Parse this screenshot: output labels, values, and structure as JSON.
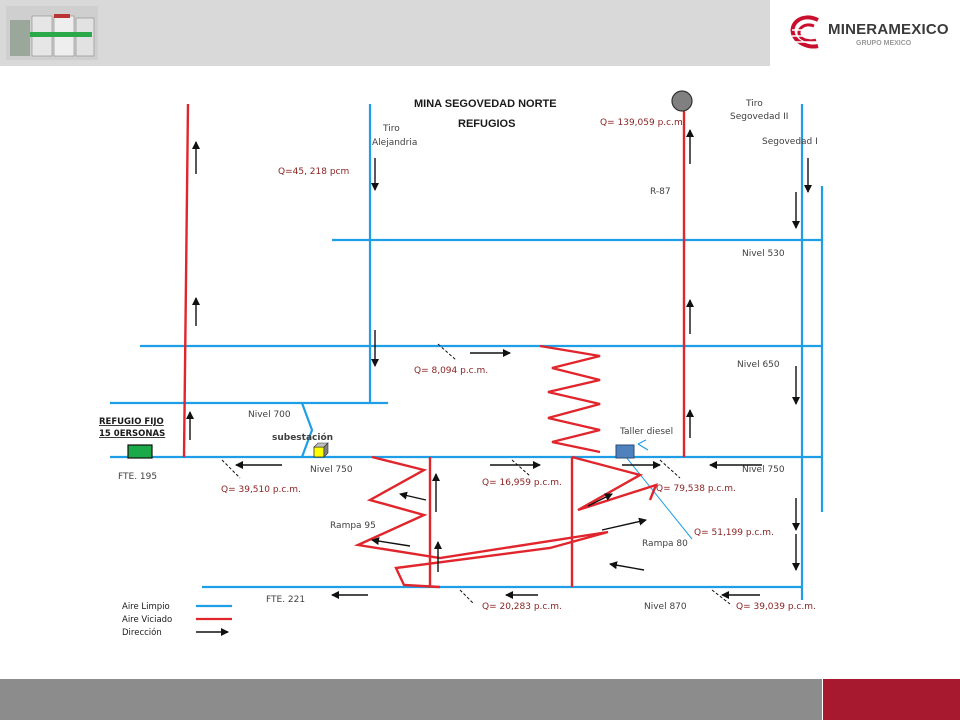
{
  "colors": {
    "clean_air": "#1e9ee6",
    "used_air": "#e0262c",
    "arrow": "#111111",
    "header_band": "#d9d9d9",
    "footer_gray": "#8c8c8c",
    "footer_red": "#a6192e",
    "refuge": "#1aaa4a",
    "taller": "#4472c4",
    "substation": "#ffff00"
  },
  "header": {
    "logo_text": "MINERAMEXICO",
    "logo_sub": "GRUPO MEXICO"
  },
  "diagram": {
    "title_line1": "MINA SEGOVEDAD NORTE",
    "title_line2": "REFUGIOS",
    "labels": {
      "tiro_alejandria_1": "Tiro",
      "tiro_alejandria_2": "Alejandria",
      "tiro_segovedad_1": "Tiro",
      "tiro_segovedad_2": "Segovedad II",
      "segovedad_1": "Segovedad I",
      "r87": "R-87",
      "nivel_530": "Nivel 530",
      "nivel_650": "Nivel 650",
      "nivel_700": "Nivel 700",
      "nivel_750_left": "Nivel 750",
      "nivel_750_right": "Nivel 750",
      "nivel_870": "Nivel 870",
      "subestacion": "subestación",
      "taller_diesel": "Taller diesel",
      "rampa_95": "Rampa 95",
      "rampa_80": "Rampa 80",
      "fte_195": "FTE. 195",
      "fte_221": "FTE. 221",
      "refugio_1": "REFUGIO FIJO",
      "refugio_2": "15 0ERSONAS"
    },
    "flows": {
      "q_45218": "Q=45, 218 pcm",
      "q_139059": "Q= 139,059 p.c.m.",
      "q_8094": "Q= 8,094 p.c.m.",
      "q_39510": "Q= 39,510 p.c.m.",
      "q_16959": "Q= 16,959 p.c.m.",
      "q_79538": "Q= 79,538 p.c.m.",
      "q_51199": "Q= 51,199 p.c.m.",
      "q_20283": "Q= 20,283 p.c.m.",
      "q_39039": "Q= 39,039 p.c.m."
    },
    "legend": {
      "aire_limpio": "Aire Limpio",
      "aire_viciado": "Aire Viciado",
      "direccion": "Dirección"
    }
  }
}
